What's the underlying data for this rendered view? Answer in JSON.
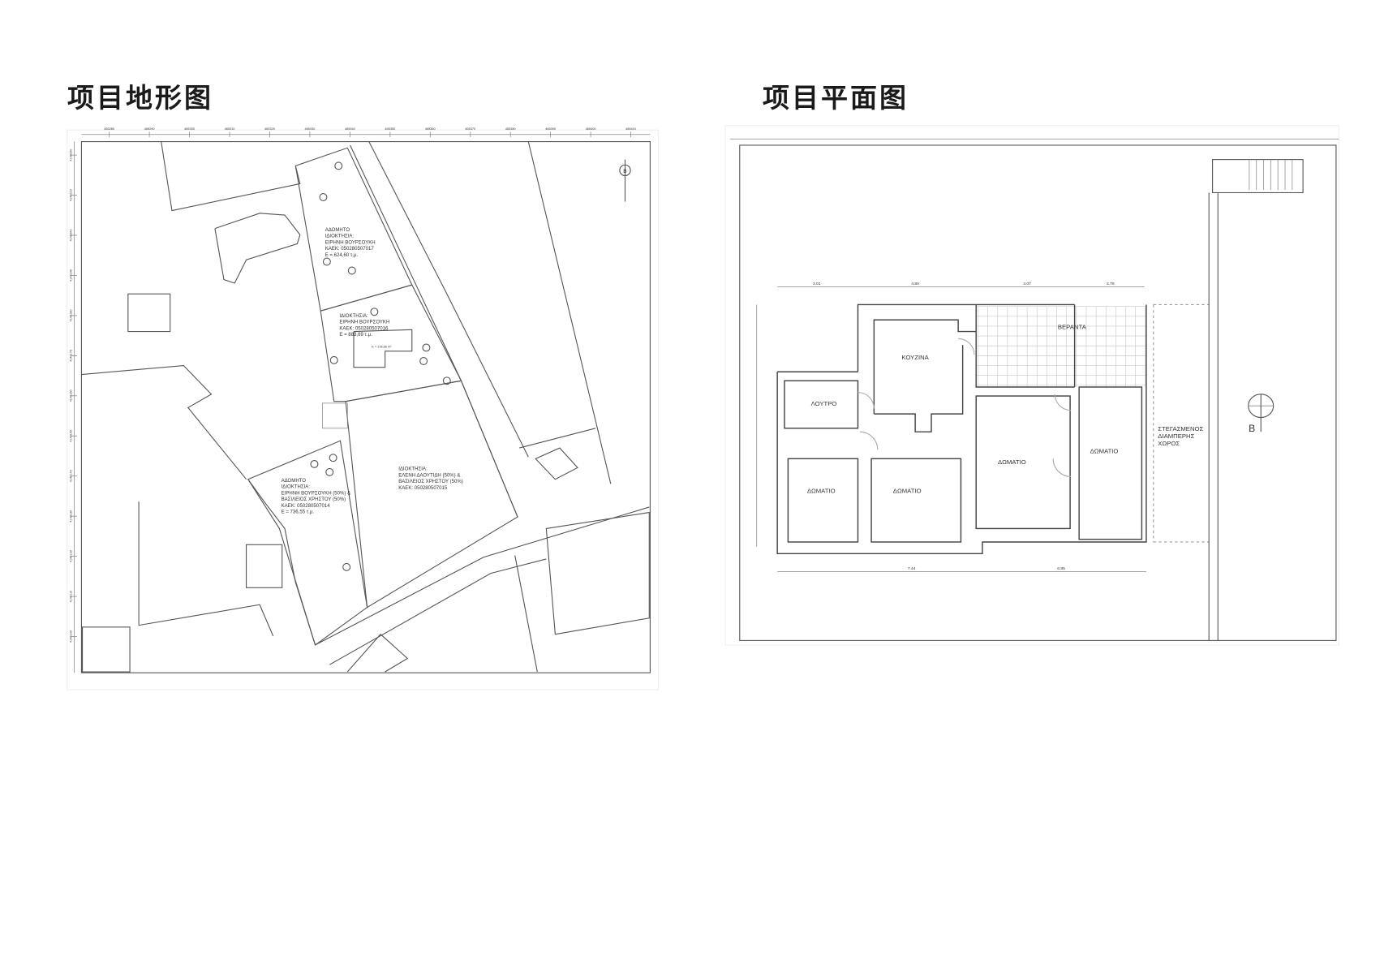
{
  "left": {
    "title": "项目地形图",
    "grid_x_labels": [
      "465280",
      "465290",
      "465300",
      "465310",
      "465320",
      "465330",
      "465340",
      "465350",
      "465360",
      "465370",
      "465380",
      "465390",
      "465400",
      "465410"
    ],
    "grid_y_labels": [
      "4148220",
      "4148210",
      "4148200",
      "4148190",
      "4148180",
      "4148170",
      "4148160",
      "4148150",
      "4148140",
      "4148130",
      "4148120",
      "4148110",
      "4148100",
      "4148090"
    ],
    "north_label": "B",
    "parcels": [
      {
        "lines": [
          "ΑΔΟΜΗΤΟ",
          "ΙΔΙΟΚΤΗΣΙΑ:",
          "ΕΙΡΗΝΗ ΒΟΥΡΣΟΥΚΗ",
          "ΚΑΕΚ: 050280507017",
          "Ε = 624,60 τ.μ."
        ]
      },
      {
        "lines": [
          "ΙΔΙΟΚΤΗΣΙΑ:",
          "ΕΙΡΗΝΗ ΒΟΥΡΣΟΥΚΗ",
          "ΚΑΕΚ: 050280507016",
          "Ε = 883,69 τ.μ."
        ]
      },
      {
        "lines": [
          "ΑΔΟΜΗΤΟ",
          "ΙΔΙΟΚΤΗΣΙΑ:",
          "ΕΙΡΗΝΗ ΒΟΥΡΣΟΥΚΗ (50%) &",
          "ΒΑΣΙΛΕΙΟΣ ΧΡΗΣΤΟΥ (50%)",
          "ΚΑΕΚ: 050280507014",
          "Ε = 736,55 τ.μ."
        ]
      },
      {
        "lines": [
          "ΙΔΙΟΚΤΗΣΙΑ:",
          "ΕΛΕΝΗ ΔΑΟΥΤΙΔΗ (50%) &",
          "ΒΑΣΙΛΕΙΟΣ ΧΡΗΣΤΟΥ (50%)",
          "ΚΑΕΚ: 050280507015"
        ]
      }
    ],
    "building_label": "Ε = 178,66 m²"
  },
  "right": {
    "title": "项目平面图",
    "top_dims": [
      "3.01",
      "4.80",
      "4.07",
      "2.78"
    ],
    "bottom_dims": [
      "7.44",
      "6.85"
    ],
    "rooms": {
      "bath": "ΛΟΥΤΡΟ",
      "kitchen": "ΚΟΥΖΙΝΑ",
      "veranda": "ΒΕΡΑΝΤΑ",
      "room1": "ΔΩΜΑΤΙΟ",
      "room2": "ΔΩΜΑΤΙΟ",
      "room3": "ΔΩΜΑΤΙΟ",
      "room4": "ΔΩΜΑΤΙΟ"
    },
    "covered_space": [
      "ΣΤΕΓΑΣΜΕΝΟΣ",
      "ΔΙΑΜΠΕΡΗΣ",
      "ΧΩΡΟΣ"
    ],
    "north_label": "B"
  }
}
